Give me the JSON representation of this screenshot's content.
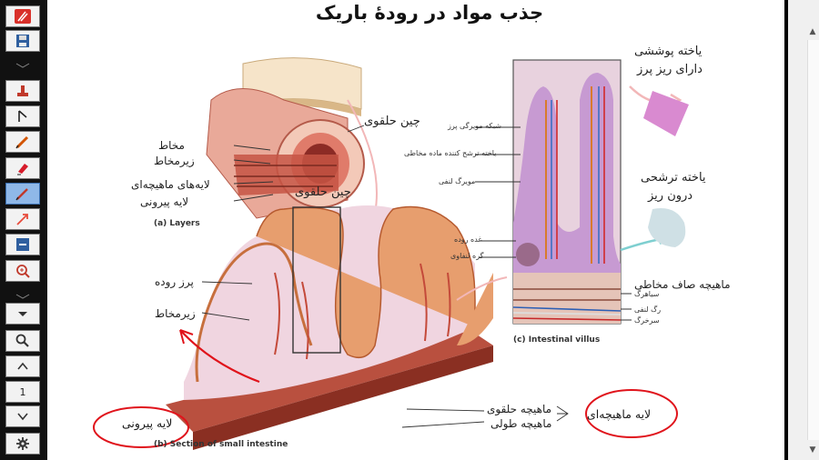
{
  "slide": {
    "title": "جذب مواد در رودهٔ باریک"
  },
  "toolbar": {
    "page_number": "1"
  },
  "labels": {
    "circular_fold_top": "چین حلقوی",
    "mucosa": "مخاط",
    "submucosa_top": "زیرمخاط",
    "muscle_layers": "لایه‌های ماهیچه‌ای",
    "serosa_top": "لایه پیرونی",
    "circular_fold_mid": "چین حلقوی",
    "caption_a": "(a) Layers",
    "villus": "پرز روده",
    "submucosa": "زیرمخاط",
    "serosa_bottom": "لایه پیرونی",
    "caption_b": "(b) Section of small intestine",
    "circular_muscle": "ماهیچه حلقوی",
    "longitudinal_muscle": "ماهیچه طولی",
    "muscle_layer": "لایه ماهیچه‌ای",
    "villus_capillary": "شبکه مویرگی پرز",
    "mucus_cell": "یاخته ترشح کننده ماده مخاطی",
    "lacteal": "مویرگ لنفی",
    "intestinal_gland": "غده روده",
    "lymph_node": "گره لنفاوی",
    "epithelial_cell_line1": "یاخته پوششی",
    "epithelial_cell_line2": "دارای ریز پرز",
    "endocrine_cell_line1": "یاخته ترشحی",
    "endocrine_cell_line2": "درون ریز",
    "muscularis_mucosae": "ماهیچه صاف مخاطی",
    "venule": "سیاهرگ",
    "lymph_vessel": "رگ لنفی",
    "arteriole": "سرخرگ",
    "caption_c": "(c) Intestinal villus"
  },
  "colors": {
    "annotation_red": "#e0131b",
    "tissue_pink": "#e8a89a",
    "muscle_red": "#b9503f",
    "villus_purple": "#b784c4",
    "active_tool": "#8fb8e8"
  }
}
